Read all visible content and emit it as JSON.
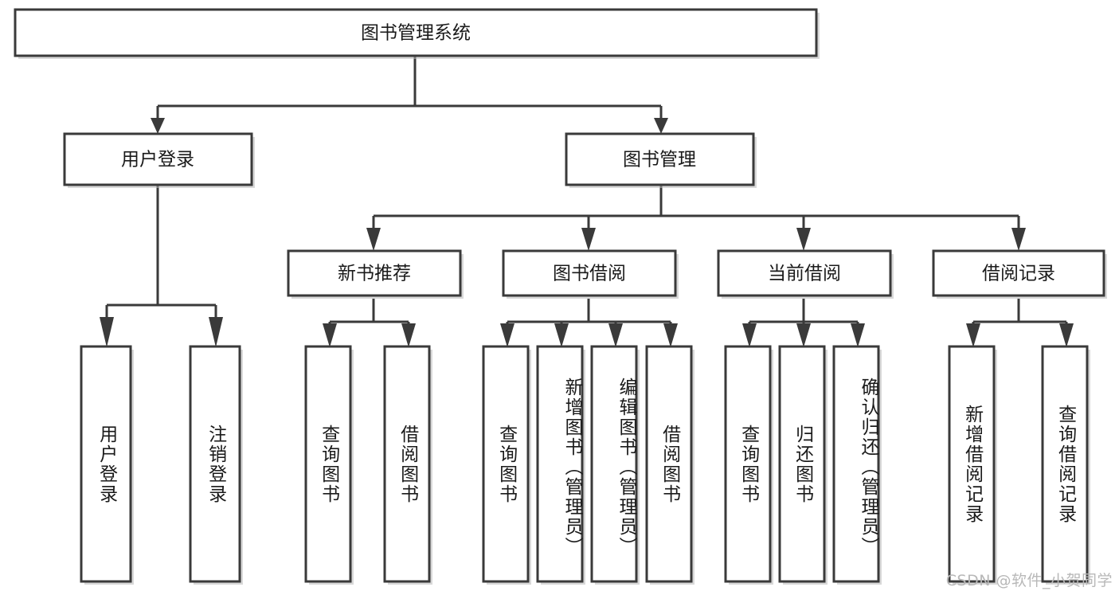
{
  "diagram": {
    "title": "图书管理系统",
    "type": "tree-structure-chart",
    "root": {
      "label": "图书管理系统"
    },
    "level2": [
      {
        "label": "用户登录"
      },
      {
        "label": "图书管理"
      }
    ],
    "level3": [
      {
        "label": "新书推荐"
      },
      {
        "label": "图书借阅"
      },
      {
        "label": "当前借阅"
      },
      {
        "label": "借阅记录"
      }
    ],
    "leaves": {
      "user_login": [
        {
          "label": "用户登录"
        },
        {
          "label": "注销登录"
        }
      ],
      "new_book_recommend": [
        {
          "label": "查询图书"
        },
        {
          "label": "借阅图书"
        }
      ],
      "book_borrow": [
        {
          "label": "查询图书"
        },
        {
          "label": "新增图书（管理员）"
        },
        {
          "label": "编辑图书（管理员）"
        },
        {
          "label": "借阅图书"
        }
      ],
      "current_borrow": [
        {
          "label": "查询图书"
        },
        {
          "label": "归还图书"
        },
        {
          "label": "确认归还（管理员）"
        }
      ],
      "borrow_record": [
        {
          "label": "新增借阅记录"
        },
        {
          "label": "查询借阅记录"
        }
      ]
    }
  },
  "watermark": {
    "text": "CSDN @软件_小贺同学"
  },
  "colors": {
    "box_stroke": "#3a3a3a",
    "box_fill": "#ffffff",
    "text": "#1a1a1a",
    "watermark": "#b8b8b8",
    "background": "#ffffff"
  }
}
